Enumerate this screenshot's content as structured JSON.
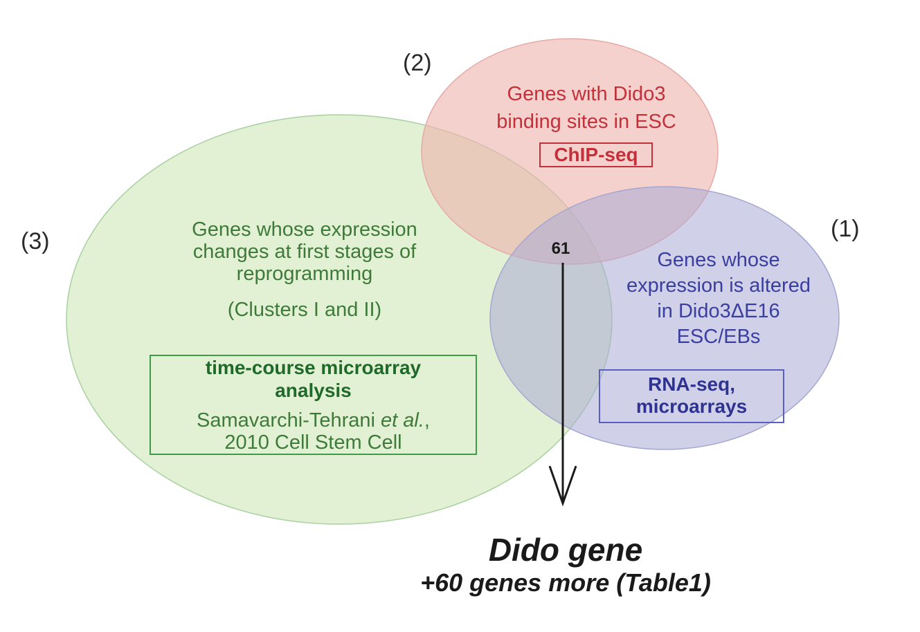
{
  "set3": {
    "number": "(3)",
    "line1": "Genes whose expression",
    "line2": "changes at first stages of",
    "line3": "reprogramming",
    "clusters": "(Clusters I and II)",
    "method_line1": "time-course microarray",
    "method_line2": "analysis",
    "ref_authors": "Samavarchi-Tehrani",
    "ref_etal": "et al.",
    "ref_comma": ",",
    "ref_line2": "2010 Cell Stem Cell"
  },
  "set2": {
    "number": "(2)",
    "line1": "Genes with Dido3",
    "line2": "binding sites in ESC",
    "method": "ChIP-seq"
  },
  "set1": {
    "number": "(1)",
    "line1": "Genes whose",
    "line2": "expression is altered",
    "line3": "in Dido3ΔE16",
    "line4": "ESC/EBs",
    "method_line1": "RNA-seq,",
    "method_line2": "microarrays"
  },
  "intersection": {
    "count": "61"
  },
  "result": {
    "main": "Dido gene",
    "sub": "+60 genes more (Table1)"
  },
  "colors": {
    "green_fill": "#dfeec9",
    "red_fill": "#f3c9c4",
    "blue_fill": "#c9cbe6"
  }
}
